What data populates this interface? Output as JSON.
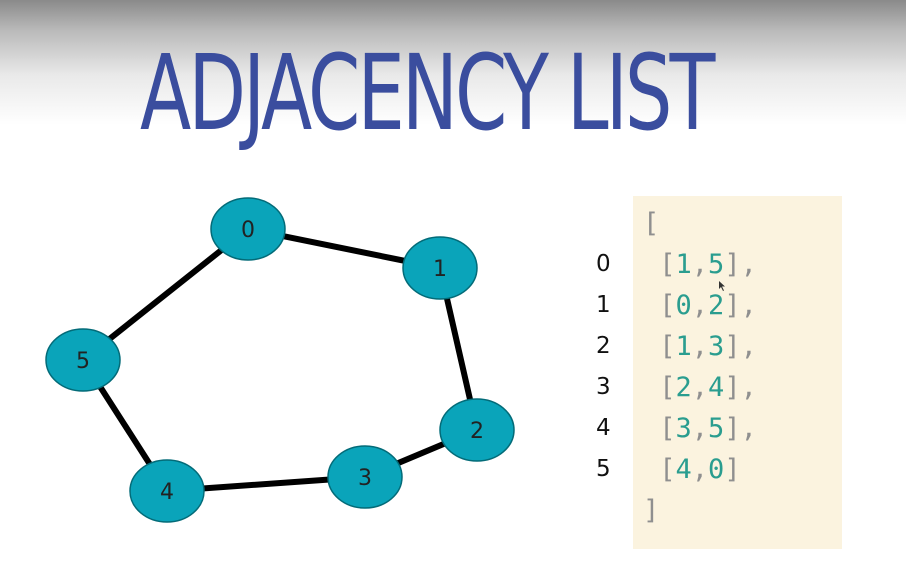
{
  "title": "ADJACENCY LIST",
  "graph": {
    "nodes": [
      {
        "id": "0",
        "label": "0"
      },
      {
        "id": "1",
        "label": "1"
      },
      {
        "id": "2",
        "label": "2"
      },
      {
        "id": "3",
        "label": "3"
      },
      {
        "id": "4",
        "label": "4"
      },
      {
        "id": "5",
        "label": "5"
      }
    ],
    "edges": [
      [
        "0",
        "1"
      ],
      [
        "1",
        "2"
      ],
      [
        "2",
        "3"
      ],
      [
        "3",
        "4"
      ],
      [
        "4",
        "5"
      ],
      [
        "5",
        "0"
      ]
    ]
  },
  "adjacency": {
    "open_bracket": "[",
    "close_bracket": "]",
    "rows": [
      {
        "index": "0",
        "neighbors": [
          "1",
          "5"
        ],
        "suffix": ","
      },
      {
        "index": "1",
        "neighbors": [
          "0",
          "2"
        ],
        "suffix": ","
      },
      {
        "index": "2",
        "neighbors": [
          "1",
          "3"
        ],
        "suffix": ","
      },
      {
        "index": "3",
        "neighbors": [
          "2",
          "4"
        ],
        "suffix": ","
      },
      {
        "index": "4",
        "neighbors": [
          "3",
          "5"
        ],
        "suffix": ","
      },
      {
        "index": "5",
        "neighbors": [
          "4",
          "0"
        ],
        "suffix": ""
      }
    ]
  },
  "colors": {
    "title": "#3a4d9e",
    "node_fill": "#0aa4ba",
    "edge": "#000000",
    "panel_background": "#fbf3df",
    "neighbor_number": "#2a9d8f",
    "bracket": "#8f8f8f"
  },
  "icons": {
    "cursor": "mouse-pointer-icon"
  }
}
